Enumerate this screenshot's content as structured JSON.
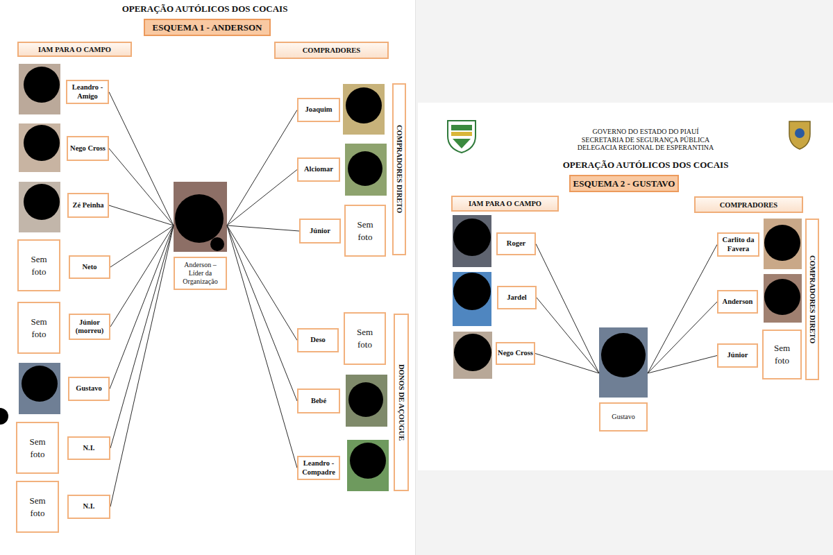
{
  "diagram": {
    "title": "OPERAÇÃO AUTÓLICOS DOS COCAIS",
    "nodes": [
      {
        "text": [
          "ESQUEMA 1 - ANDERSON"
        ]
      },
      {
        "text": [
          "IAM PARA O CAMPO"
        ]
      },
      {
        "text": [
          "COMPRADORES"
        ]
      },
      {
        "text": [
          "Leandro - Amigo"
        ]
      },
      {
        "text": [
          "Nego Cross"
        ]
      },
      {
        "text": [
          "Zé Peinha"
        ]
      },
      {
        "text": [
          "Sem foto"
        ]
      },
      {
        "text": [
          "Neto"
        ]
      },
      {
        "text": [
          "Sem foto"
        ]
      },
      {
        "text": [
          "Júnior (morreu)"
        ]
      },
      {
        "text": [
          "Gustavo"
        ]
      },
      {
        "text": [
          "Sem foto"
        ]
      },
      {
        "text": [
          "N.I."
        ]
      },
      {
        "text": [
          "Sem foto"
        ]
      },
      {
        "text": [
          "N.I."
        ]
      },
      {
        "text": [
          "Anderson – Líder da Organização"
        ]
      },
      {
        "text": [
          "Joaquim"
        ]
      },
      {
        "text": [
          "Alciomar"
        ]
      },
      {
        "text": [
          "Júnior"
        ]
      },
      {
        "text": [
          "Sem foto"
        ]
      },
      {
        "text": [
          "COMPRADORES DIRETO"
        ]
      },
      {
        "text": [
          "Deso"
        ]
      },
      {
        "text": [
          "Sem foto"
        ]
      },
      {
        "text": [
          "Bebé"
        ]
      },
      {
        "text": [
          "Leandro - Compadre"
        ]
      },
      {
        "text": [
          "DONOS DE AÇOUGUE"
        ]
      },
      {
        "text": [
          "ESQUEMA 2 - GUSTAVO"
        ]
      },
      {
        "text": [
          "IAM PARA O CAMPO"
        ]
      },
      {
        "text": [
          "COMPRADORES"
        ]
      },
      {
        "text": [
          "Roger"
        ]
      },
      {
        "text": [
          "Carlito da Favera"
        ]
      },
      {
        "text": [
          "Jardel"
        ]
      },
      {
        "text": [
          "Anderson"
        ]
      },
      {
        "text": [
          "Nego Cross"
        ]
      },
      {
        "text": [
          "Júnior"
        ]
      },
      {
        "text": [
          "Sem foto"
        ]
      },
      {
        "text": [
          "COMPRADORES DIRETO"
        ]
      },
      {
        "text": [
          "Gustavo"
        ]
      }
    ],
    "edges": [
      {
        "from": 3,
        "to": 15,
        "arrow": "none"
      },
      {
        "from": 4,
        "to": 15,
        "arrow": "none"
      },
      {
        "from": 5,
        "to": 15,
        "arrow": "none"
      },
      {
        "from": 7,
        "to": 15,
        "arrow": "none"
      },
      {
        "from": 9,
        "to": 15,
        "arrow": "none"
      },
      {
        "from": 10,
        "to": 15,
        "arrow": "none"
      },
      {
        "from": 12,
        "to": 15,
        "arrow": "none"
      },
      {
        "from": 14,
        "to": 15,
        "arrow": "none"
      },
      {
        "from": 15,
        "to": 16,
        "arrow": "none"
      },
      {
        "from": 15,
        "to": 17,
        "arrow": "none"
      },
      {
        "from": 15,
        "to": 18,
        "arrow": "none"
      },
      {
        "from": 15,
        "to": 21,
        "arrow": "none"
      },
      {
        "from": 15,
        "to": 23,
        "arrow": "none"
      },
      {
        "from": 15,
        "to": 24,
        "arrow": "none"
      },
      {
        "from": 29,
        "to": 37,
        "arrow": "none"
      },
      {
        "from": 31,
        "to": 37,
        "arrow": "none"
      },
      {
        "from": 33,
        "to": 37,
        "arrow": "none"
      },
      {
        "from": 37,
        "to": 30,
        "arrow": "none"
      },
      {
        "from": 37,
        "to": 32,
        "arrow": "none"
      },
      {
        "from": 37,
        "to": 34,
        "arrow": "none"
      }
    ],
    "labels": [
      "GOVERNO DO ESTADO DO PIAUÍ",
      "SECRETARIA DE SEGURANÇA PÚBLICA",
      "DELEGACIA REGIONAL DE ESPERANTINA",
      "OPERAÇÃO AUTÓLICOS DOS COCAIS"
    ]
  }
}
